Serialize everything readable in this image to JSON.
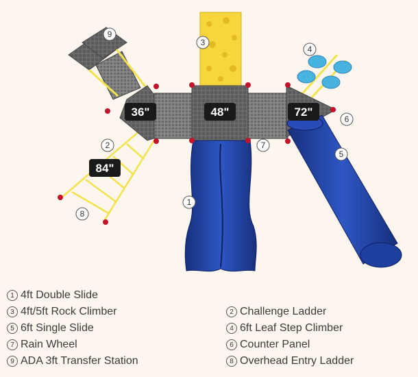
{
  "sizes": {
    "left_deck": "36\"",
    "center_deck": "48\"",
    "right_deck": "72\"",
    "ladder": "84\""
  },
  "callouts": [
    "1",
    "2",
    "3",
    "4",
    "5",
    "6",
    "7",
    "8",
    "9"
  ],
  "legend": {
    "left": [
      {
        "num": "1",
        "label": "4ft Double Slide"
      },
      {
        "num": "3",
        "label": "4ft/5ft Rock Climber"
      },
      {
        "num": "5",
        "label": "6ft Single Slide"
      },
      {
        "num": "7",
        "label": "Rain Wheel"
      },
      {
        "num": "9",
        "label": "ADA 3ft Transfer Station"
      }
    ],
    "right": [
      {
        "num": "2",
        "label": "Challenge Ladder"
      },
      {
        "num": "4",
        "label": "6ft Leaf Step Climber"
      },
      {
        "num": "6",
        "label": "Counter Panel"
      },
      {
        "num": "8",
        "label": "Overhead Entry Ladder"
      }
    ]
  },
  "colors": {
    "background": "#fdf6ee",
    "slide_blue": "#1f3f9e",
    "climber_yellow": "#f6d63a",
    "deck_gray": "#6f6f6f",
    "frame_yellow": "#f3e34a",
    "leaf_blue": "#48b3df",
    "label_black": "#1a1a1a",
    "cap_red": "#c4142b"
  }
}
